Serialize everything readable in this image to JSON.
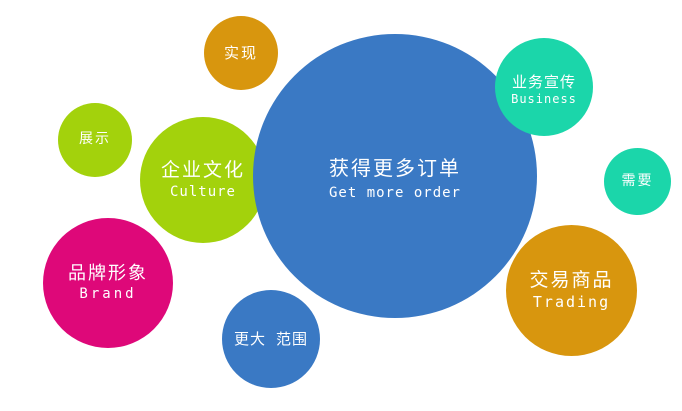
{
  "diagram": {
    "background_color": "#FFFFFF",
    "text_color": "#FFFFFF",
    "palette": {
      "blue": "#3A79C4",
      "green": "#A3D20C",
      "teal": "#1BD6AA",
      "orange": "#D8960E",
      "magenta": "#DE0879"
    },
    "nodes": [
      {
        "id": "culture",
        "title": "企业文化",
        "subtitle": "Culture",
        "color": "#A3D20C"
      },
      {
        "id": "get-more-order",
        "title": "获得更多订单",
        "subtitle": "Get more order",
        "color": "#3A79C4"
      },
      {
        "id": "business",
        "title": "业务宣传",
        "subtitle": "Business",
        "color": "#1BD6AA"
      },
      {
        "id": "shixian",
        "title": "实现",
        "color": "#D8960E"
      },
      {
        "id": "zhanshi",
        "title": "展示",
        "color": "#A3D20C"
      },
      {
        "id": "brand",
        "title": "品牌形象",
        "subtitle": "Brand",
        "color": "#DE0879"
      },
      {
        "id": "xuyao",
        "title": "需要",
        "color": "#1BD6AA"
      },
      {
        "id": "trading",
        "title": "交易商品",
        "subtitle": "Trading",
        "color": "#D8960E"
      },
      {
        "id": "wider-range",
        "title": "更大 范围",
        "color": "#3A79C4"
      }
    ]
  }
}
